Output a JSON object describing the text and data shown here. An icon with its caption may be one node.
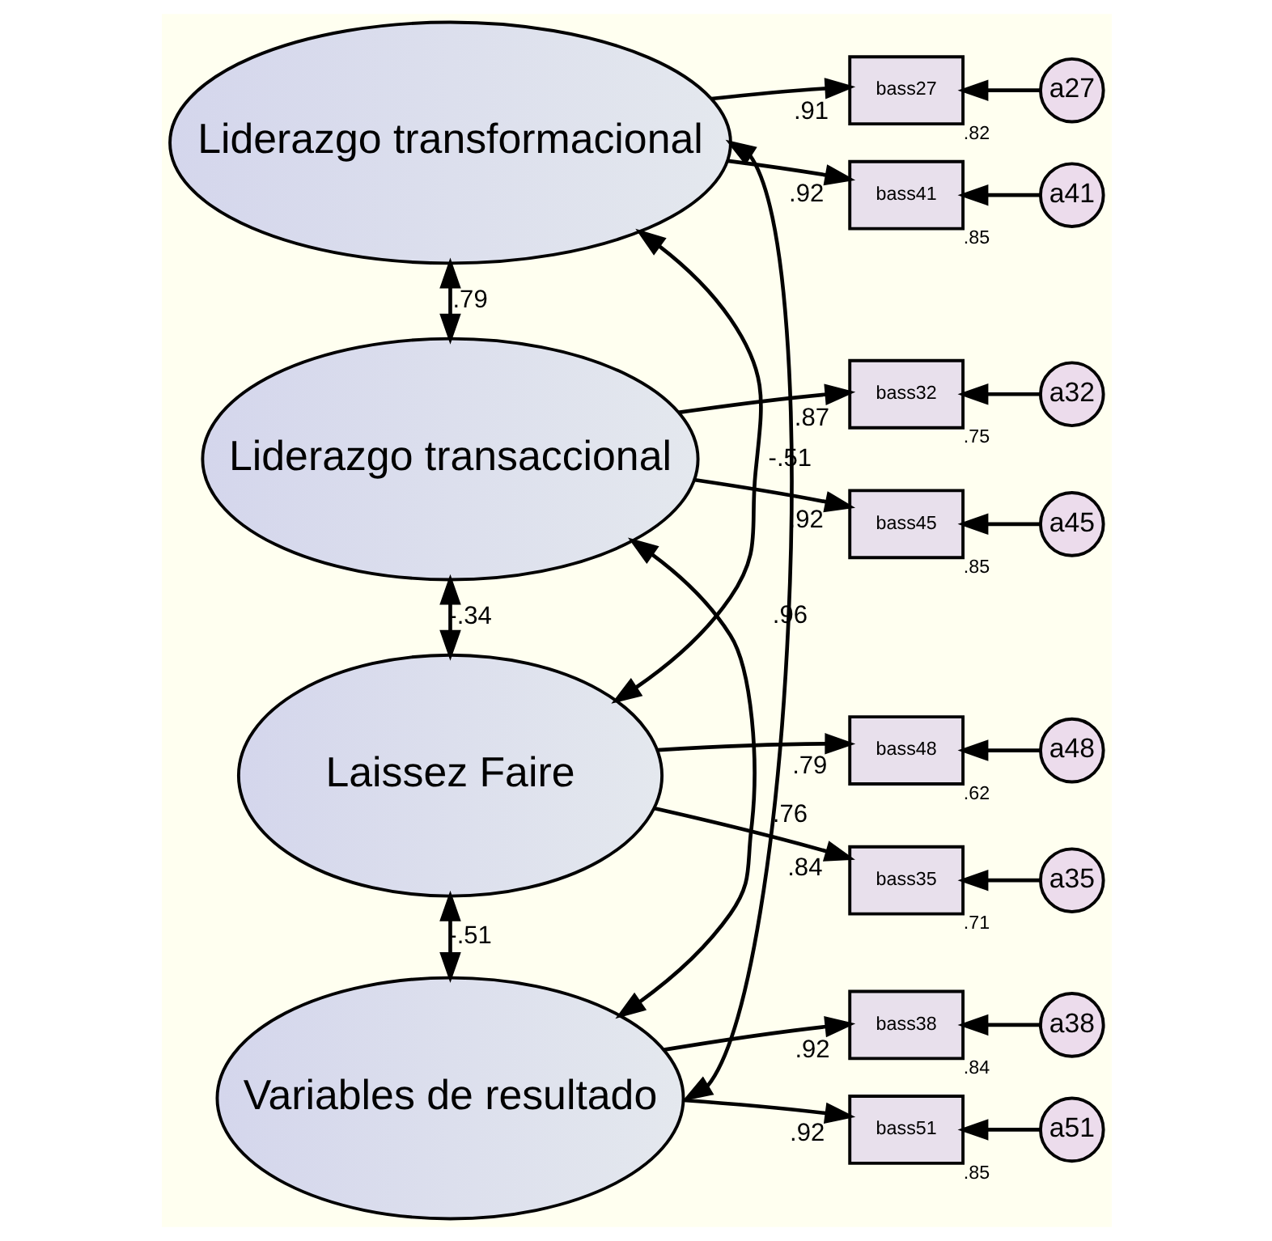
{
  "diagram": {
    "nodes": [
      {
        "text": [
          "a27"
        ]
      },
      {
        "text": [
          "bass27"
        ],
        "beside": [
          ".82"
        ]
      },
      {
        "text": [
          "Liderazgo transformacional"
        ]
      },
      {
        "text": [
          "a41"
        ]
      },
      {
        "text": [
          "bass41"
        ],
        "beside": [
          ".85"
        ]
      },
      {
        "text": [
          "a32"
        ]
      },
      {
        "text": [
          "bass32"
        ],
        "beside": [
          ".75"
        ]
      },
      {
        "text": [
          "Liderazgo transaccional"
        ]
      },
      {
        "text": [
          "a45"
        ]
      },
      {
        "text": [
          "bass45"
        ],
        "beside": [
          ".85"
        ]
      },
      {
        "text": [
          "a48"
        ]
      },
      {
        "text": [
          "bass48"
        ],
        "beside": [
          ".62"
        ]
      },
      {
        "text": [
          "Laissez Faire"
        ]
      },
      {
        "text": [
          "a35"
        ]
      },
      {
        "text": [
          "bass35"
        ],
        "beside": [
          ".71"
        ]
      },
      {
        "text": [
          "a38"
        ]
      },
      {
        "text": [
          "bass38"
        ],
        "beside": [
          ".84"
        ]
      },
      {
        "text": [
          "Variables de resultado"
        ]
      },
      {
        "text": [
          "a51"
        ]
      },
      {
        "text": [
          "bass51"
        ],
        "beside": [
          ".85"
        ]
      }
    ],
    "edges": [
      {
        "from": 0,
        "to": 1,
        "arrow": "to"
      },
      {
        "from": 2,
        "to": 1,
        "arrow": "to",
        "label": ".91"
      },
      {
        "from": 3,
        "to": 4,
        "arrow": "to"
      },
      {
        "from": 2,
        "to": 4,
        "arrow": "to",
        "label": ".92"
      },
      {
        "from": 5,
        "to": 6,
        "arrow": "to"
      },
      {
        "from": 7,
        "to": 6,
        "arrow": "to",
        "label": ".87"
      },
      {
        "from": 8,
        "to": 9,
        "arrow": "to"
      },
      {
        "from": 7,
        "to": 9,
        "arrow": "to",
        "label": ".92"
      },
      {
        "from": 10,
        "to": 11,
        "arrow": "to"
      },
      {
        "from": 12,
        "to": 11,
        "arrow": "to",
        "label": ".79"
      },
      {
        "from": 13,
        "to": 14,
        "arrow": "to"
      },
      {
        "from": 12,
        "to": 14,
        "arrow": "to",
        "label": ".84"
      },
      {
        "from": 15,
        "to": 16,
        "arrow": "to"
      },
      {
        "from": 17,
        "to": 16,
        "arrow": "to",
        "label": ".92"
      },
      {
        "from": 18,
        "to": 19,
        "arrow": "to"
      },
      {
        "from": 17,
        "to": 19,
        "arrow": "to",
        "label": ".92"
      },
      {
        "from": 2,
        "to": 7,
        "arrow": "both",
        "label": ".79"
      },
      {
        "from": 2,
        "to": 12,
        "arrow": "both",
        "label": "-.51"
      },
      {
        "from": 2,
        "to": 17,
        "arrow": "both",
        "label": ".96"
      },
      {
        "from": 7,
        "to": 12,
        "arrow": "both",
        "label": "-.34"
      },
      {
        "from": 7,
        "to": 17,
        "arrow": "both",
        "label": ".76"
      },
      {
        "from": 12,
        "to": 17,
        "arrow": "both",
        "label": "-.51"
      }
    ]
  }
}
